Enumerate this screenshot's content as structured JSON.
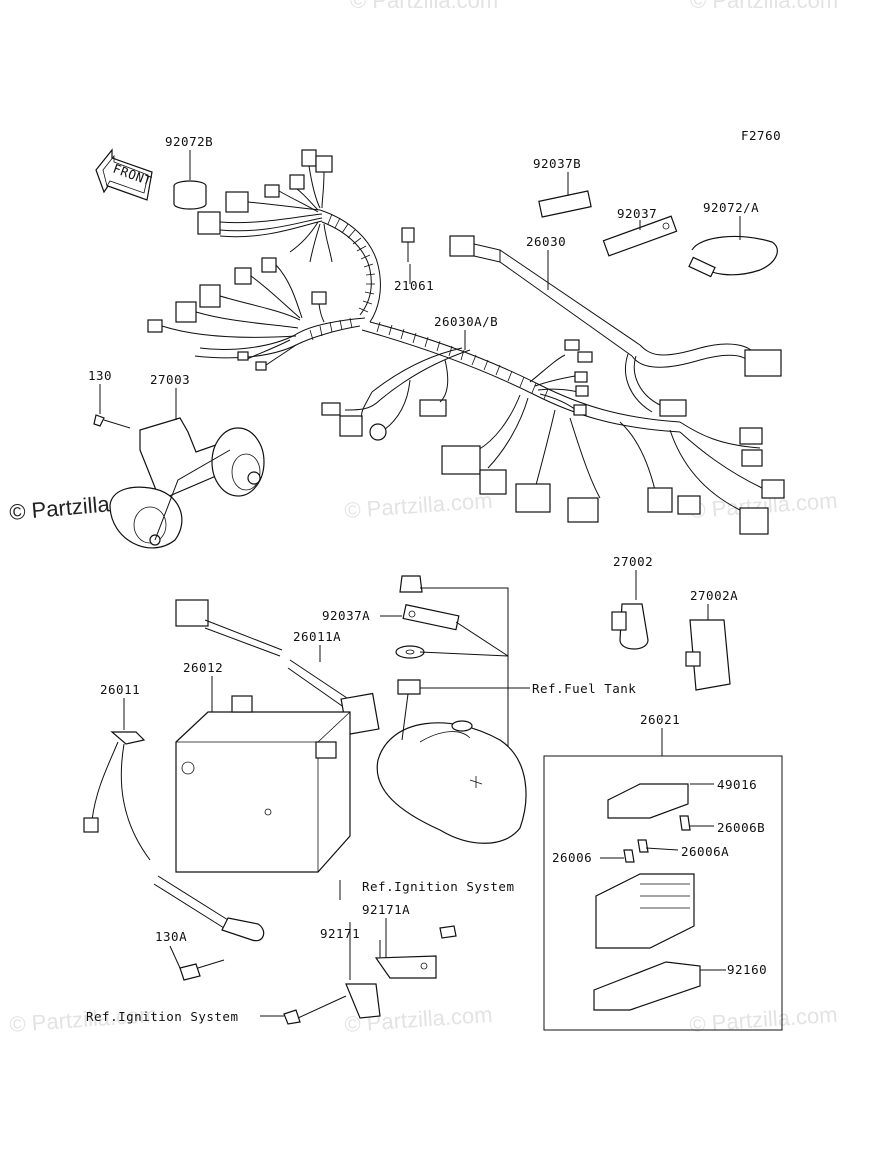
{
  "figure_code": "F2760",
  "front_label": "FRONT",
  "watermark": "© Partzilla.com",
  "parts": {
    "p92072B": "92072B",
    "p92037B": "92037B",
    "p92037": "92037",
    "p92072A": "92072/A",
    "p26030": "26030",
    "p21061": "21061",
    "p26030AB": "26030A/B",
    "p130": "130",
    "p27003": "27003",
    "p27002": "27002",
    "p27002A": "27002A",
    "p92037A": "92037A",
    "p26011A": "26011A",
    "p26012": "26012",
    "p26011": "26011",
    "p26021": "26021",
    "p49016": "49016",
    "p26006B": "26006B",
    "p26006": "26006",
    "p26006A": "26006A",
    "p92171A": "92171A",
    "p92171": "92171",
    "p130A": "130A",
    "p92160": "92160"
  },
  "refs": {
    "fuel_tank": "Ref.Fuel Tank",
    "ignition_system_1": "Ref.Ignition System",
    "ignition_system_2": "Ref.Ignition System"
  }
}
